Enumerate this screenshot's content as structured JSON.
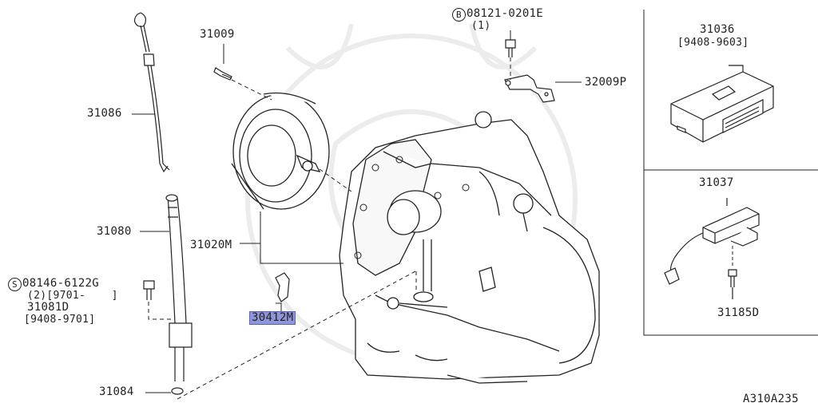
{
  "diagram_code": "A310A235",
  "highlight_color": "#8e95d8",
  "callouts": {
    "c31009": "31009",
    "c31086": "31086",
    "c31080": "31080",
    "c31020m": "31020M",
    "c30412m": "30412M",
    "c31084": "31084",
    "c32009p": "32009P",
    "c31036": "31036",
    "c31036_range": "[9408-9603]",
    "c31037": "31037",
    "c31185d": "31185D",
    "bolt_b_symbol": "B",
    "bolt_b_number": "08121-0201E",
    "bolt_b_qty": "(1)",
    "bolt_s_symbol": "S",
    "bolt_s_number": "08146-6122G",
    "bolt_s_qty_range": "(2)[9701-    ]",
    "c31081d": "31081D",
    "c31081d_range": "[9408-9701]"
  }
}
